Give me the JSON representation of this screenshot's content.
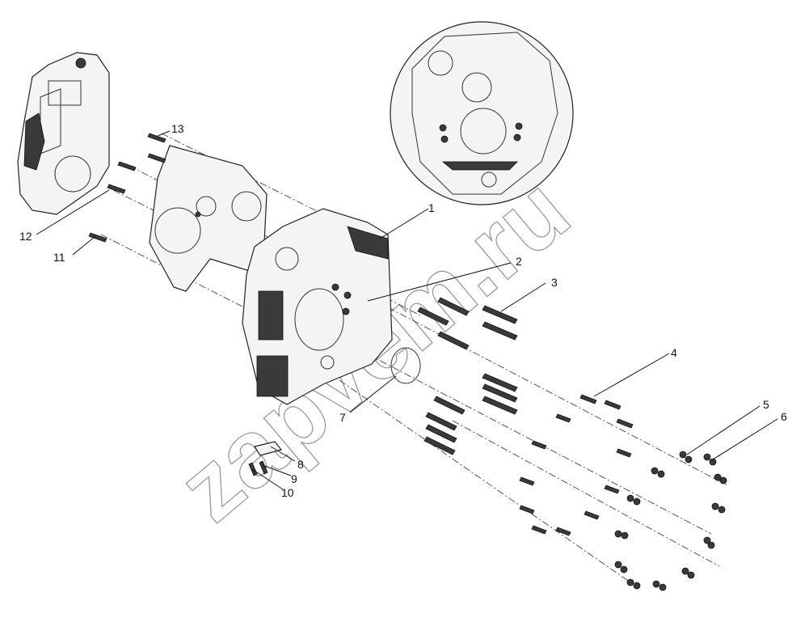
{
  "diagram": {
    "watermark": "zapvem.ru",
    "callouts": [
      {
        "id": "1",
        "label": "1"
      },
      {
        "id": "2",
        "label": "2"
      },
      {
        "id": "3",
        "label": "3"
      },
      {
        "id": "4",
        "label": "4"
      },
      {
        "id": "5",
        "label": "5"
      },
      {
        "id": "6",
        "label": "6"
      },
      {
        "id": "7",
        "label": "7"
      },
      {
        "id": "8",
        "label": "8"
      },
      {
        "id": "9",
        "label": "9"
      },
      {
        "id": "10",
        "label": "10"
      },
      {
        "id": "11",
        "label": "11"
      },
      {
        "id": "12",
        "label": "12"
      },
      {
        "id": "13",
        "label": "13"
      }
    ]
  }
}
